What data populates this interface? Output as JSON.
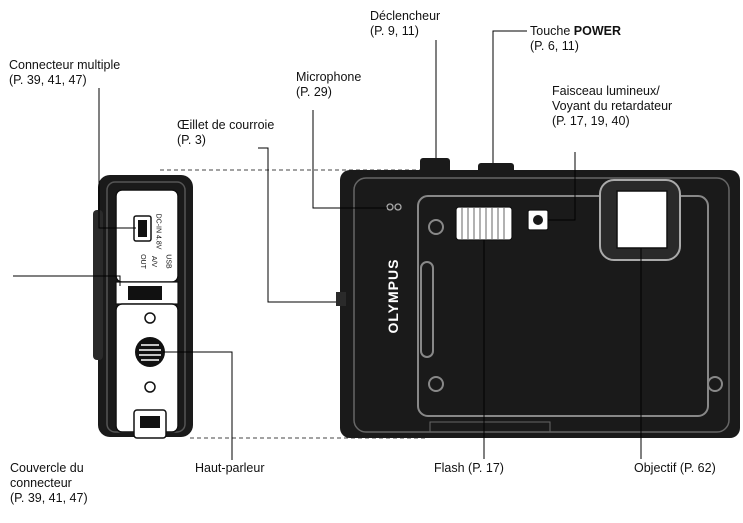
{
  "labels": {
    "connecteur_multiple": {
      "name": "Connecteur multiple",
      "ref": "(P. 39, 41, 47)"
    },
    "oeillet": {
      "name": "Œillet de courroie",
      "ref": "(P. 3)"
    },
    "microphone": {
      "name": "Microphone",
      "ref": "(P. 29)"
    },
    "declencheur": {
      "name": "Déclencheur",
      "ref": "(P. 9, 11)"
    },
    "touche_power": {
      "prefix": "Touche ",
      "bold": "POWER",
      "ref": "(P. 6, 11)"
    },
    "faisceau": {
      "line1": "Faisceau lumineux/",
      "line2": "Voyant du retardateur",
      "ref": "(P. 17, 19, 40)"
    },
    "couvercle": {
      "line1": "Couvercle du",
      "line2": "connecteur",
      "ref": "(P. 39, 41, 47)"
    },
    "haut_parleur": {
      "name": "Haut-parleur"
    },
    "flash": {
      "name": "Flash (P. 17)"
    },
    "objectif": {
      "name": "Objectif (P. 62)"
    }
  },
  "camera": {
    "brand": "OLYMPUS",
    "port_labels": [
      "DC-IN 4.8V",
      "USB",
      "A/V",
      "OUT"
    ]
  },
  "colors": {
    "body": "#1a1a1a",
    "lines": "#000000"
  }
}
